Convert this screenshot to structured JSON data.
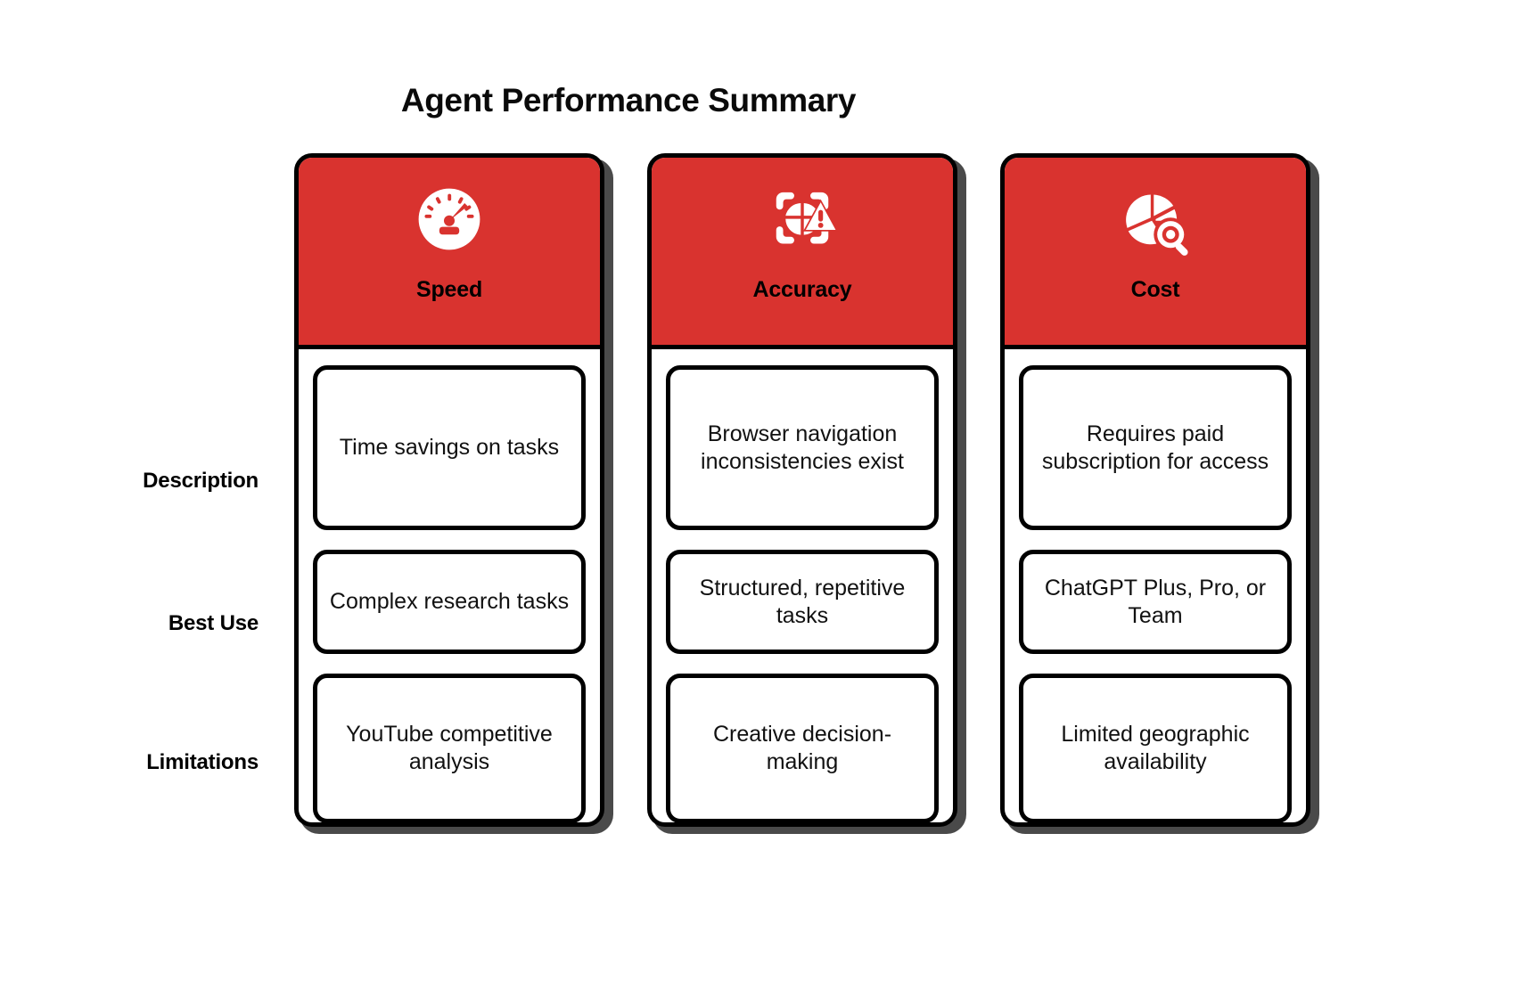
{
  "title": "Agent Performance Summary",
  "colors": {
    "header_red": "#D9332F",
    "border_black": "#000000",
    "shadow_gray": "#4a4a4a",
    "background": "#FFFFFF",
    "text": "#111111"
  },
  "row_labels": [
    {
      "label": "Description"
    },
    {
      "label": "Best Use"
    },
    {
      "label": "Limitations"
    }
  ],
  "columns": [
    {
      "title": "Speed",
      "icon": "speedometer-icon",
      "cells": [
        "Time savings on tasks",
        "Complex research tasks",
        "YouTube competitive analysis"
      ]
    },
    {
      "title": "Accuracy",
      "icon": "scan-target-warning-icon",
      "cells": [
        "Browser navigation inconsistencies exist",
        "Structured, repetitive tasks",
        "Creative decision-making"
      ]
    },
    {
      "title": "Cost",
      "icon": "pie-chart-magnifier-icon",
      "cells": [
        "Requires paid subscription for access",
        "ChatGPT Plus, Pro, or Team",
        "Limited geographic availability"
      ]
    }
  ]
}
